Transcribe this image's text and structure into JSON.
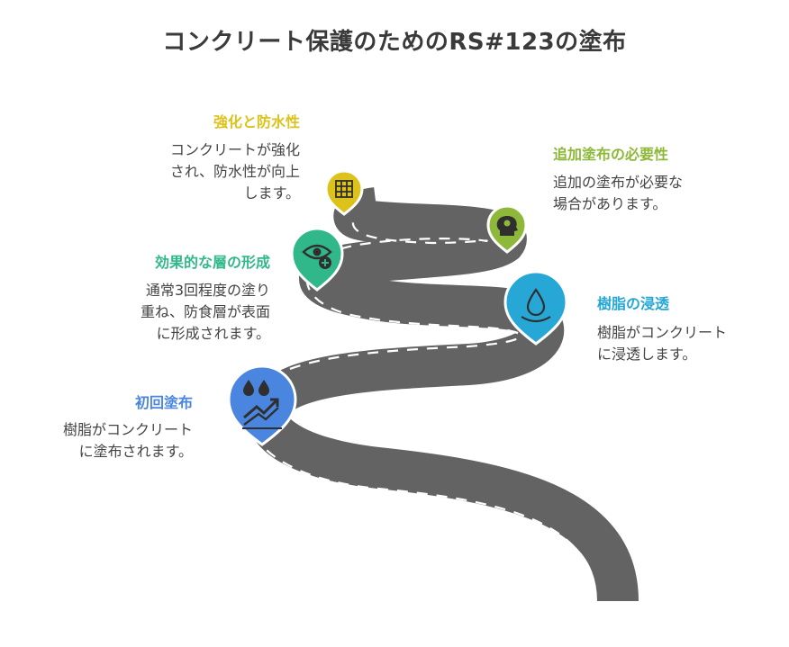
{
  "title": "コンクリート保護のためのRS#123の塗布",
  "colors": {
    "road": "#636363",
    "dash": "#ffffff",
    "step1": "#4a86e0",
    "step2": "#31b88a",
    "step3": "#dcc21a",
    "step4": "#27a7d6",
    "step5": "#8db83a"
  },
  "steps": [
    {
      "heading": "初回塗布",
      "lines": [
        "樹脂がコンクリート",
        "に塗布されます。"
      ],
      "icon": "drops-trend-icon"
    },
    {
      "heading": "効果的な層の形成",
      "lines": [
        "通常3回程度の塗り",
        "重ね、防食層が表面",
        "に形成されます。"
      ],
      "icon": "eye-plus-icon"
    },
    {
      "heading": "強化と防水性",
      "lines": [
        "コンクリートが強化",
        "され、防水性が向上",
        "します。"
      ],
      "icon": "building-grid-icon"
    },
    {
      "heading": "樹脂の浸透",
      "lines": [
        "樹脂がコンクリート",
        "に浸透します。"
      ],
      "icon": "water-drop-icon"
    },
    {
      "heading": "追加塗布の必要性",
      "lines": [
        "追加の塗布が必要な",
        "場合があります。"
      ],
      "icon": "head-gear-icon"
    }
  ]
}
